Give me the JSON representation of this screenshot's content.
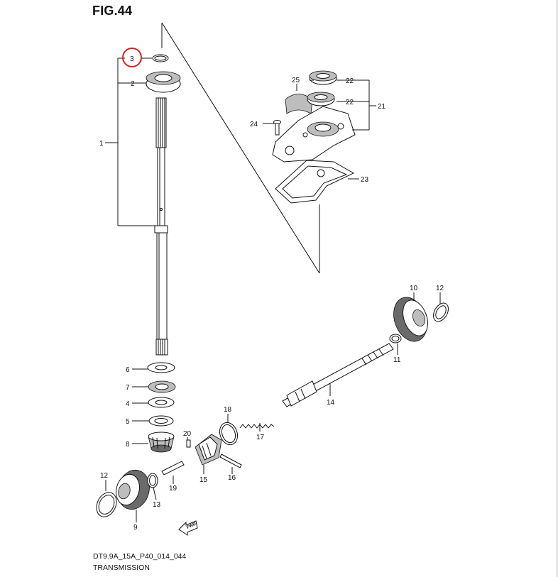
{
  "figure": {
    "title": "FIG.44",
    "code": "DT9.9A_15A_P40_014_044",
    "name": "TRANSMISSION",
    "highlight_color": "#e02020"
  },
  "callouts": [
    "1",
    "2",
    "3",
    "4",
    "5",
    "6",
    "7",
    "8",
    "9",
    "10",
    "11",
    "12",
    "12",
    "13",
    "14",
    "15",
    "16",
    "17",
    "18",
    "19",
    "20",
    "21",
    "22",
    "22",
    "22",
    "23",
    "24",
    "25"
  ],
  "direction_arrow_label": "FWD"
}
